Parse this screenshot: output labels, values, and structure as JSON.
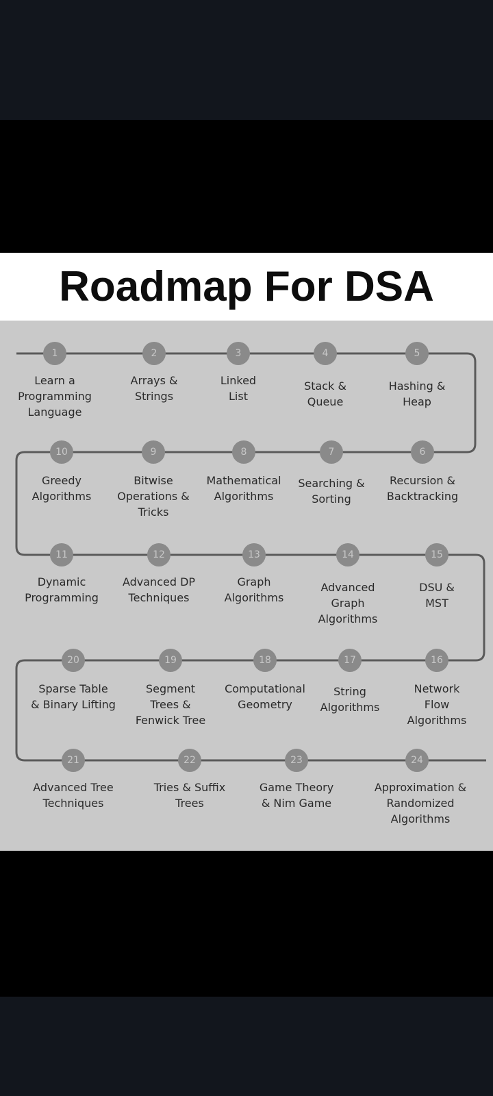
{
  "title": "Roadmap For DSA",
  "colors": {
    "board": "#c9c9c9",
    "line": "#5a5a5a",
    "node": "#8a8a8a",
    "top_bar": "#12161d"
  },
  "steps": [
    {
      "n": "1",
      "label": "Learn a Programming Language"
    },
    {
      "n": "2",
      "label": "Arrays & Strings"
    },
    {
      "n": "3",
      "label": "Linked List"
    },
    {
      "n": "4",
      "label": "Stack & Queue"
    },
    {
      "n": "5",
      "label": "Hashing & Heap"
    },
    {
      "n": "6",
      "label": "Recursion & Backtracking"
    },
    {
      "n": "7",
      "label": "Searching & Sorting"
    },
    {
      "n": "8",
      "label": "Mathematical Algorithms"
    },
    {
      "n": "9",
      "label": "Bitwise Operations & Tricks"
    },
    {
      "n": "10",
      "label": "Greedy Algorithms"
    },
    {
      "n": "11",
      "label": "Dynamic Programming"
    },
    {
      "n": "12",
      "label": "Advanced DP Techniques"
    },
    {
      "n": "13",
      "label": "Graph Algorithms"
    },
    {
      "n": "14",
      "label": "Advanced Graph Algorithms"
    },
    {
      "n": "15",
      "label": "DSU & MST"
    },
    {
      "n": "16",
      "label": "Network Flow Algorithms"
    },
    {
      "n": "17",
      "label": "String Algorithms"
    },
    {
      "n": "18",
      "label": "Computational Geometry"
    },
    {
      "n": "19",
      "label": "Segment Trees & Fenwick Tree"
    },
    {
      "n": "20",
      "label": "Sparse Table & Binary Lifting"
    },
    {
      "n": "21",
      "label": "Advanced Tree Techniques"
    },
    {
      "n": "22",
      "label": "Tries & Suffix Trees"
    },
    {
      "n": "23",
      "label": "Game Theory & Nim Game"
    },
    {
      "n": "24",
      "label": "Approximation & Randomized Algorithms"
    }
  ]
}
